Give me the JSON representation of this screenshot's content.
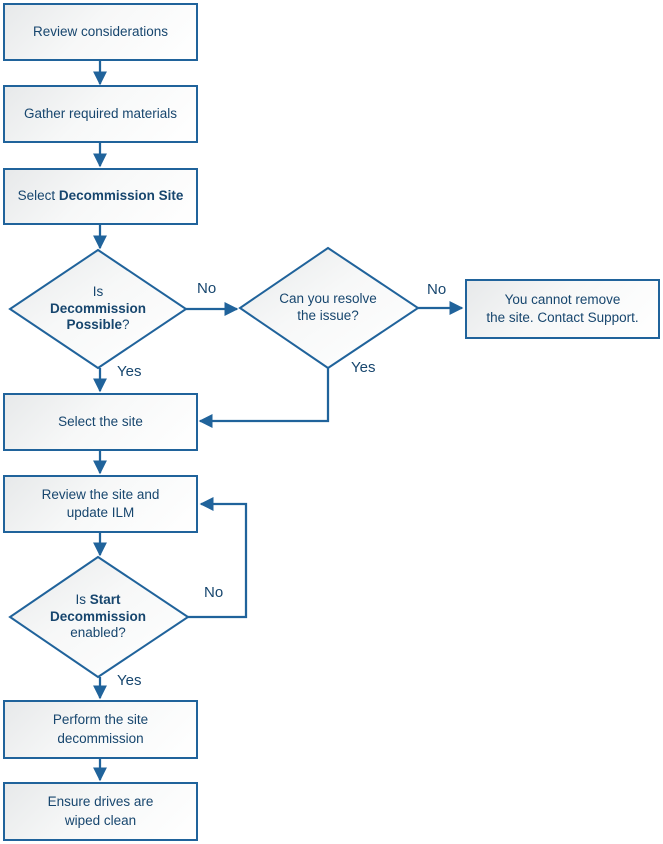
{
  "colors": {
    "line": "#20639B",
    "text": "#17466E"
  },
  "boxes": {
    "review_considerations": {
      "lines": [
        "Review considerations"
      ]
    },
    "gather_materials": {
      "lines": [
        "Gather required materials"
      ]
    },
    "select_decommission_site": {
      "prefix": "Select ",
      "bold": "Decommission Site"
    },
    "select_the_site": {
      "lines": [
        "Select the site"
      ]
    },
    "review_site_update_ilm": {
      "lines": [
        "Review the site and",
        "update ILM"
      ]
    },
    "cannot_remove_site": {
      "lines": [
        "You cannot remove",
        "the site. Contact Support."
      ]
    },
    "perform_site_decommission": {
      "lines": [
        "Perform the site",
        "decommission"
      ]
    },
    "ensure_drives_wiped": {
      "lines": [
        "Ensure drives are",
        "wiped clean"
      ]
    }
  },
  "diamonds": {
    "is_decommission_possible": {
      "line1": "Is",
      "line2_bold": "Decommission",
      "line3_bold": "Possible",
      "line3_suffix": "?"
    },
    "can_you_resolve": {
      "lines": [
        "Can you resolve",
        "the issue?"
      ]
    },
    "is_start_decommission_enabled": {
      "line1_prefix": "Is ",
      "line1_bold": "Start",
      "line2_bold": "Decommission",
      "line3": "enabled?"
    }
  },
  "edge_labels": {
    "no1": "No",
    "yes1": "Yes",
    "no2": "No",
    "yes2": "Yes",
    "no3": "No",
    "yes3": "Yes"
  }
}
